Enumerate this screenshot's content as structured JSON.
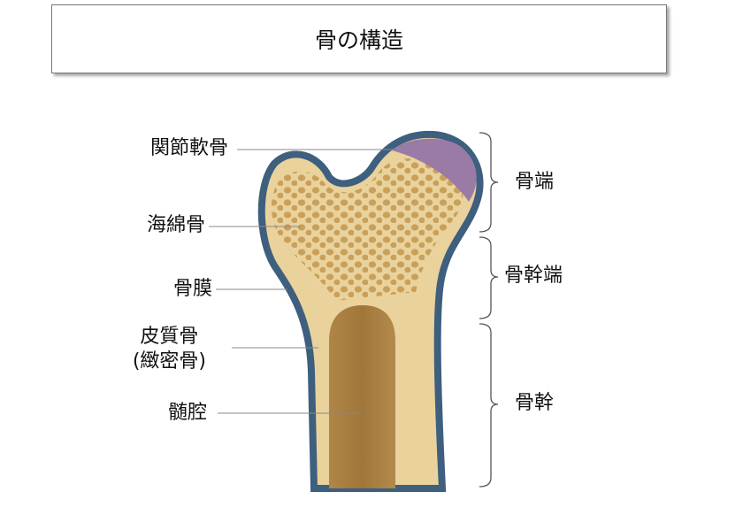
{
  "title": "骨の構造",
  "left_labels": {
    "articular_cartilage": "関節軟骨",
    "spongy_bone": "海綿骨",
    "periosteum": "骨膜",
    "cortical_bone_line1": "皮質骨",
    "cortical_bone_line2": "(緻密骨)",
    "marrow_cavity": "髄腔"
  },
  "right_labels": {
    "epiphysis": "骨端",
    "metaphysis": "骨幹端",
    "diaphysis": "骨幹"
  },
  "colors": {
    "periosteum": "#3e5f7e",
    "bone": "#ead29c",
    "cartilage": "#9a7ba6",
    "marrow": "#a67c3f"
  }
}
